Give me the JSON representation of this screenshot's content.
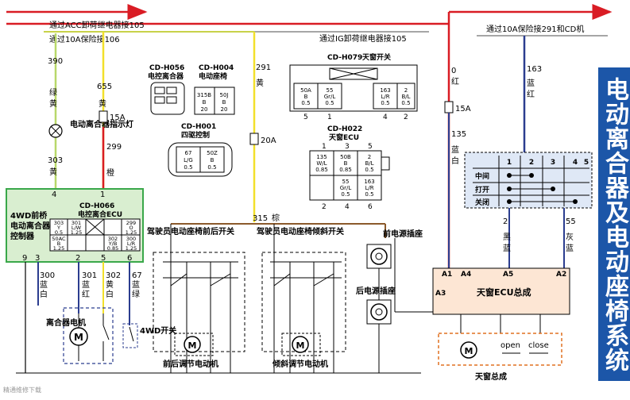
{
  "side_title": "电动离合器及电动座椅系统",
  "top_lines": {
    "acc_label": "通过ACC卸荷继电器接105",
    "fuse106_label": "通过10A保险接106",
    "ig_label": "通过IG卸荷继电器接105",
    "fuse291_label": "通过10A保险接291和CD机"
  },
  "wire_labels": {
    "w390": "390",
    "w390_color": "绿",
    "w390_color2": "黄",
    "w655": "655",
    "w655_color": "黄",
    "fuse15a_left": "15A",
    "w299": "299",
    "w303": "303",
    "w303_color": "黄",
    "w1_color": "橙",
    "w291": "291",
    "w291_color": "黄",
    "fuse20a": "20A",
    "w315": "315",
    "w315_color": "棕",
    "w0": "0",
    "w0_color": "红",
    "fuse15a_right": "15A",
    "w135": "135",
    "w135_color1": "蓝",
    "w135_color2": "白",
    "w163": "163",
    "w163_color1": "蓝",
    "w163_color2": "红",
    "w300": "300",
    "w300_c1": "蓝",
    "w300_c2": "白",
    "w301": "301",
    "w301_c1": "蓝",
    "w301_c2": "红",
    "w302": "302",
    "w302_c1": "黄",
    "w302_c2": "白",
    "w67": "67",
    "w67_c1": "蓝",
    "w67_c2": "绿",
    "w2": "2",
    "w2_c1": "黑",
    "w2_c2": "蓝",
    "w55": "55",
    "w55_c1": "灰",
    "w55_c2": "蓝"
  },
  "indicator_lamp": "电动离合器指示灯",
  "connectors": {
    "h056_code": "CD-H056",
    "h056_name": "电控离合器",
    "h004_code": "CD-H004",
    "h004_name": "电动座椅",
    "h004_cells": [
      [
        "315B",
        "B",
        "20"
      ],
      [
        "50J",
        "B",
        "20"
      ]
    ],
    "h001_code": "CD-H001",
    "h001_name": "四驱控制",
    "h001_cells": [
      [
        "67",
        "L/G",
        "0.5"
      ],
      [
        "50Z",
        "B",
        "0.5"
      ]
    ],
    "h079_code": "CD-H079",
    "h079_name": "天窗开关",
    "h079_cells": [
      [
        "50A",
        "B",
        "0.5"
      ],
      [
        "55",
        "Gr/L",
        "0.5"
      ],
      [
        "163",
        "L/R",
        "0.5"
      ],
      [
        "2",
        "B/L",
        "0.5"
      ]
    ],
    "h079_pins": [
      "5",
      "1",
      "4",
      "2"
    ],
    "h022_code": "CD-H022",
    "h022_name": "天窗ECU",
    "h022_top_pins": [
      "1",
      "3",
      "5"
    ],
    "h022_cells": [
      [
        "135",
        "W/L",
        "0.85"
      ],
      [
        "50B",
        "B",
        "0.85"
      ],
      [
        "2",
        "B/L",
        "0.5"
      ],
      [
        "55",
        "Gr/L",
        "0.5"
      ],
      [
        "163",
        "L/R",
        "0.5"
      ]
    ],
    "h022_bottom_pins": [
      "2",
      "4",
      "6"
    ]
  },
  "ecu4wd": {
    "title_lines": [
      "4WD前桥",
      "电动离合器",
      "控制器"
    ],
    "code": "CD-H066",
    "name": "电控离合ECU",
    "top_pins": [
      "4",
      "1"
    ],
    "cells": [
      [
        "303",
        "Y",
        "0.5"
      ],
      [
        "301",
        "L/W",
        "1.25"
      ],
      [
        "299",
        "O",
        "1.25"
      ],
      [
        "50AC",
        "B",
        "1.25"
      ],
      [
        "302",
        "Y/B",
        "0.85"
      ],
      [
        "300",
        "L/R",
        "1.25"
      ]
    ],
    "bottom_pins": [
      "9",
      "3",
      "2",
      "5",
      "6"
    ]
  },
  "motor_clutch": "离合器电机",
  "switch_4wd": "4WD开关",
  "seat_switch_fb": "驾驶员电动座椅前后开关",
  "seat_switch_tilt": "驾驶员电动座椅倾斜开关",
  "motor_fb": "前后调节电动机",
  "motor_tilt": "倾斜调节电动机",
  "front_socket": "前电源插座",
  "rear_socket": "后电源插座",
  "sunroof_switch_table": {
    "cols": [
      "1",
      "2",
      "3",
      "4",
      "5"
    ],
    "rows": [
      "中间",
      "打开",
      "关闭"
    ]
  },
  "sunroof_ecu": {
    "title": "天窗ECU总成",
    "pins": [
      "A1",
      "A4",
      "A5",
      "A2",
      "A3"
    ]
  },
  "sunroof_assy": {
    "title": "天窗总成",
    "open": "open",
    "close": "close"
  },
  "watermark": "精通维修下载",
  "colors": {
    "red": "#d91c24",
    "yellow": "#f2e02a",
    "green": "#b8d86a",
    "blue": "#2b3d8f",
    "ecu_fill": "#d9eed0",
    "ecu_border": "#3aa84a",
    "panel_fill": "#fde6d4",
    "sunroof_fill": "#dfe8f6",
    "title_blue": "#1c56a8"
  }
}
